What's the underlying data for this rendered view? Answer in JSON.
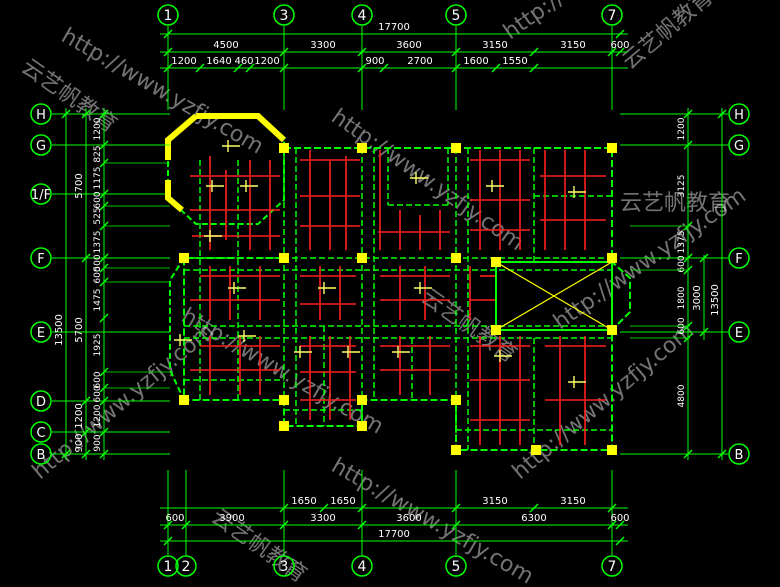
{
  "drawing": {
    "colors": {
      "background": "#000000",
      "axis": "#00ff00",
      "wall_dashed": "#00ff00",
      "rebar": "#ff2020",
      "column": "#ffff00",
      "label": "#ffffff",
      "watermark": "#8c8c8c"
    },
    "axes_vertical": [
      "1",
      "2",
      "3",
      "4",
      "5",
      "7"
    ],
    "axes_horizontal": [
      "H",
      "G",
      "1/F",
      "F",
      "E",
      "D",
      "C",
      "B"
    ],
    "dims_top": {
      "total": "17700",
      "row1": [
        "4500",
        "3300",
        "3600",
        "3150",
        "3150",
        "600"
      ],
      "row2": [
        "1200",
        "1640",
        "460",
        "1200",
        "900",
        "2700",
        "1600",
        "1550"
      ]
    },
    "dims_bottom": {
      "total": "17700",
      "row1": [
        "1650",
        "1650",
        "3150",
        "3150"
      ],
      "row2": [
        "600",
        "3900",
        "3300",
        "3600",
        "6300",
        "600"
      ]
    },
    "dims_left": {
      "total": "13500",
      "mid": [
        "5700",
        "5700",
        "1200",
        "900"
      ],
      "inner": [
        "1200",
        "825",
        "1175",
        "600",
        "525",
        "1375",
        "500",
        "600",
        "1475",
        "1925",
        "600",
        "600",
        "1200",
        "900"
      ]
    },
    "dims_right": {
      "total": "13500",
      "mid": [
        "3000"
      ],
      "inner": [
        "1200",
        "3125",
        "1375",
        "600",
        "1800",
        "600",
        "4800"
      ]
    },
    "watermarks": [
      "http://www.yzfjy.com",
      "云艺帆教育"
    ]
  }
}
